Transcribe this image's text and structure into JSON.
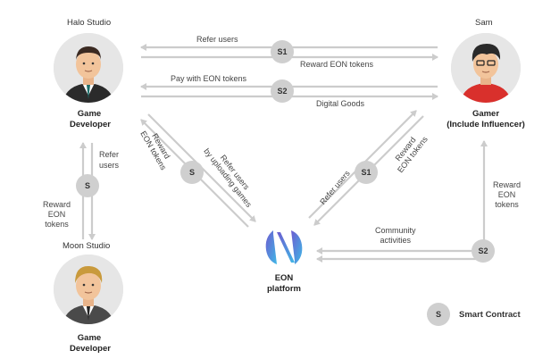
{
  "nodes": {
    "halo": {
      "name": "Halo Studio",
      "role_line1": "Game",
      "role_line2": "Developer"
    },
    "sam": {
      "name": "Sam",
      "role_line1": "Gamer",
      "role_line2": "(Include Influencer)"
    },
    "moon": {
      "name": "Moon Studio",
      "role_line1": "Game",
      "role_line2": "Developer"
    },
    "eon": {
      "line1": "EON",
      "line2": "platform"
    }
  },
  "edges": {
    "refer_users_top": "Refer users",
    "reward_eon_top": "Reward EON tokens",
    "pay_with_eon": "Pay with EON tokens",
    "digital_goods": "Digital Goods",
    "refer_users_left": "Refer users",
    "reward_left_l1": "Reward",
    "reward_left_l2": "EON",
    "reward_left_l3": "tokens",
    "diag_left_reward_l1": "Reward",
    "diag_left_reward_l2": "EON tokens",
    "diag_left_refer_l1": "Refer users",
    "diag_left_refer_l2": "by uploading games",
    "diag_right_refer": "Refer users",
    "diag_right_reward_l1": "Reward",
    "diag_right_reward_l2": "EON tokens",
    "reward_right_l1": "Reward",
    "reward_right_l2": "EON",
    "reward_right_l3": "tokens",
    "community_l1": "Community",
    "community_l2": "activities"
  },
  "badges": {
    "s1_top": "S1",
    "s2_top": "S2",
    "s_left": "S",
    "s_mid": "S",
    "s1_right": "S1",
    "s2_right": "S2"
  },
  "legend": {
    "badge": "S",
    "label": "Smart Contract"
  },
  "colors": {
    "arrow": "#cccccc",
    "badge": "#cfcfcf",
    "eon_logo_start": "#6d5bd0",
    "eon_logo_end": "#3fb8e6"
  }
}
